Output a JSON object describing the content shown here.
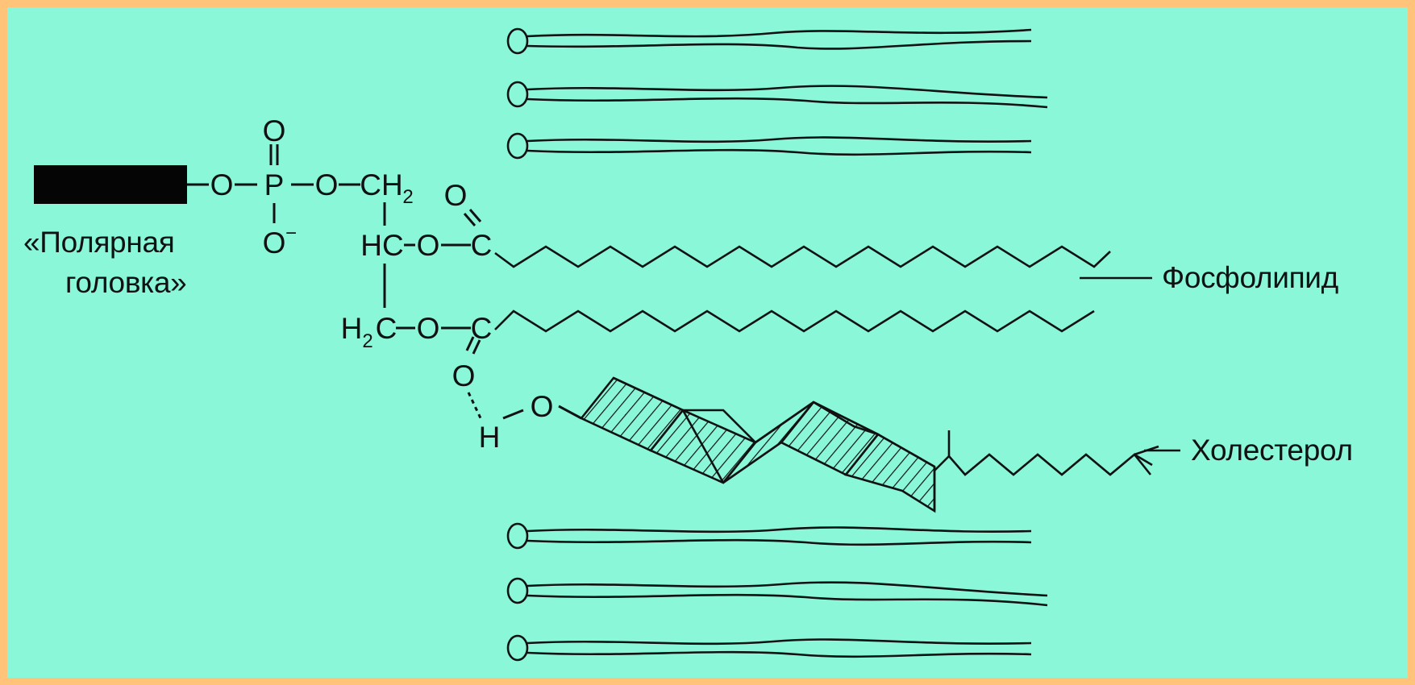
{
  "colors": {
    "border": "#ffc37a",
    "background": "#8af7d9",
    "ink": "#111111"
  },
  "labels": {
    "polar_head_line1": "«Полярная",
    "polar_head_line2": "головка»",
    "phospholipid": "Фосфолипид",
    "cholesterol": "Холестерол"
  },
  "atoms": {
    "O": "O",
    "P": "P",
    "C": "C",
    "H": "H",
    "CH2": "CH",
    "HC": "HC",
    "H2C": "H",
    "sub2": "2",
    "minus": "−"
  }
}
